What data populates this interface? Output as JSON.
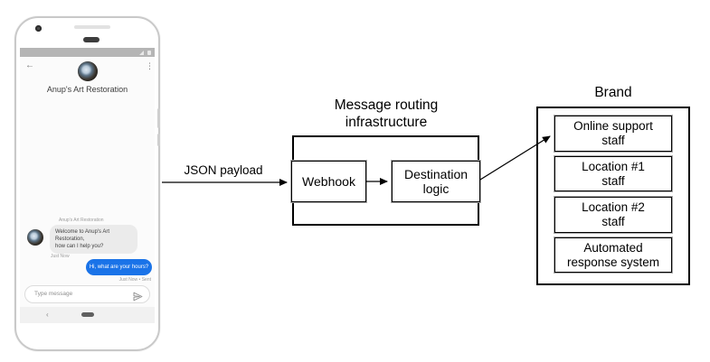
{
  "phone": {
    "statusbar": {
      "signal_icon": "signal-triangle",
      "battery_icon": "battery"
    },
    "header": {
      "back_icon_glyph": "←",
      "menu_icon_glyph": "⋮",
      "title": "Anup's Art Restoration"
    },
    "conversation": {
      "sender_label": "Anup's Art Restoration",
      "incoming_message": "Welcome to Anup's Art Restoration,\nhow can I help you?",
      "incoming_timestamp": "Just Now",
      "outgoing_message": "Hi, what are your hours?",
      "outgoing_timestamp": "Just Now • Sent"
    },
    "composer": {
      "placeholder": "Type message",
      "send_icon": "send-plane"
    },
    "navbar": {
      "back_glyph": "‹",
      "home_icon": "home-pill"
    }
  },
  "diagram": {
    "json_payload_label": "JSON payload",
    "routing": {
      "title": "Message routing\ninfrastructure",
      "webhook_label": "Webhook",
      "destination_label": "Destination\nlogic"
    },
    "brand": {
      "title": "Brand",
      "boxes": [
        "Online support\nstaff",
        "Location #1\nstaff",
        "Location #2\nstaff",
        "Automated\nresponse system"
      ]
    }
  },
  "colors": {
    "outgoing_bubble": "#1a73e8",
    "incoming_bubble": "#ebebeb",
    "diagram_stroke": "#000000",
    "statusbar": "#b5b5b5"
  }
}
